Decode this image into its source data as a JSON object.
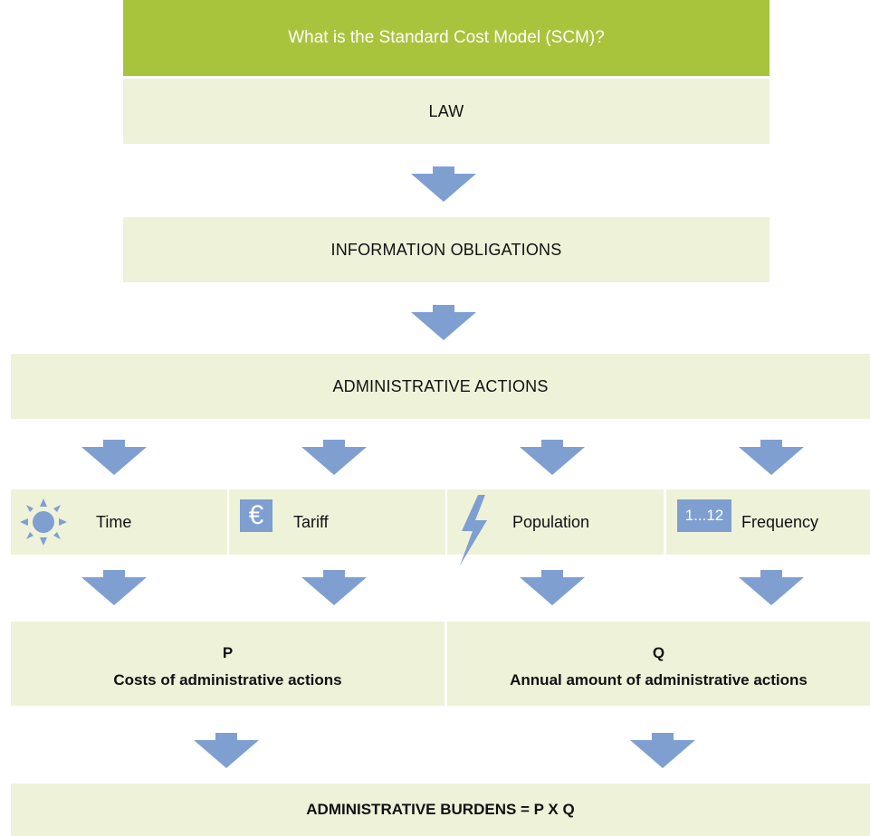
{
  "title": "What is the Standard Cost Model (SCM)?",
  "law": "LAW",
  "information_obligations": "INFORMATION OBLIGATIONS",
  "administrative_actions": "ADMINISTRATIVE ACTIONS",
  "factors": [
    {
      "label": "Time",
      "icon": "sun-icon"
    },
    {
      "label": "Tariff",
      "icon": "euro-icon",
      "icon_text": "€"
    },
    {
      "label": "Population",
      "icon": "lightning-icon"
    },
    {
      "label": "Frequency",
      "icon": "frequency-icon",
      "icon_text": "1...12"
    }
  ],
  "p_block": {
    "letter": "P",
    "text": "Costs of administrative actions"
  },
  "q_block": {
    "letter": "Q",
    "text": "Annual amount of administrative actions"
  },
  "burdens": "ADMINISTRATIVE BURDENS = P X Q",
  "colors": {
    "title_bg": "#a8c43c",
    "box_bg": "#eef2d9",
    "arrow": "#7f9fd1"
  }
}
